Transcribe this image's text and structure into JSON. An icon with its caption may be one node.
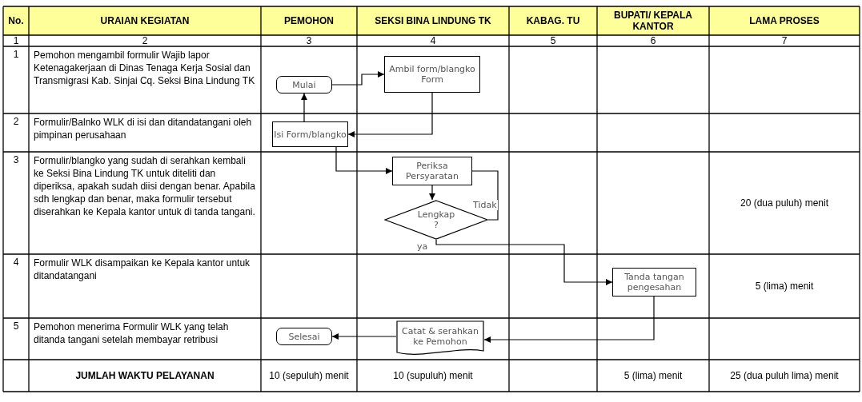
{
  "diagram": {
    "nodes": [
      {
        "text": [
          "Mulai"
        ]
      },
      {
        "text": [
          "Ambil form/blangko Form"
        ]
      },
      {
        "text": [
          "Isi Form/blangko"
        ]
      },
      {
        "text": [
          "Periksa Persyaratan"
        ]
      },
      {
        "text": [
          "Lengkap ?"
        ]
      },
      {
        "text": [
          "Tanda tangan pengesahan"
        ]
      },
      {
        "text": [
          "Catat & serahkan ke Pemohon"
        ]
      },
      {
        "text": [
          "Selesai"
        ]
      }
    ],
    "edges": [
      {
        "from": 0,
        "to": 1,
        "arrow": "to"
      },
      {
        "from": 1,
        "to": 2,
        "arrow": "to"
      },
      {
        "from": 2,
        "to": 0,
        "arrow": "to"
      },
      {
        "from": 2,
        "to": 3,
        "arrow": "to"
      },
      {
        "from": 3,
        "to": 4,
        "arrow": "to"
      },
      {
        "from": 4,
        "to": 3,
        "arrow": "none",
        "label": "Tidak"
      },
      {
        "from": 4,
        "to": 5,
        "arrow": "to",
        "label": "ya"
      },
      {
        "from": 5,
        "to": 6,
        "arrow": "to"
      },
      {
        "from": 6,
        "to": 7,
        "arrow": "to"
      }
    ],
    "labels": [
      "No.",
      "URAIAN KEGIATAN",
      "PEMOHON",
      "SEKSI BINA LINDUNG TK",
      "KABAG. TU",
      "BUPATI/ KEPALA KANTOR",
      "LAMA PROSES",
      "1",
      "2",
      "3",
      "4",
      "5",
      "6",
      "7",
      "1",
      "Pemohon mengambil formulir Wajib lapor Ketenagakerjaan di Dinas Tenaga Kerja Sosial dan Transmigrasi Kab. Sinjai Cq. Seksi Bina Lindung TK",
      "2",
      "Formulir/Balnko WLK di isi dan ditandatangani oleh pimpinan perusahaan",
      "3",
      "Formulir/blangko yang sudah di serahkan kembali ke Seksi Bina Lindung TK untuk diteliti dan diperiksa, apakah sudah diisi dengan benar. Apabila sdh lengkap dan benar, maka formulir tersebut diserahkan ke Kepala kantor untuk di tanda tangani.",
      "20 (dua puluh) menit",
      "4",
      "Formulir WLK disampaikan ke Kepala kantor untuk ditandatangani",
      "5 (lima) menit",
      "5",
      "Pemohon menerima Formulir WLK yang telah ditanda tangani setelah membayar retribusi",
      "JUMLAH WAKTU PELAYANAN",
      "10 (sepuluh) menit",
      "10 (supuluh) menit",
      "5 (lima) menit",
      "25 (dua puluh lima) menit"
    ]
  }
}
